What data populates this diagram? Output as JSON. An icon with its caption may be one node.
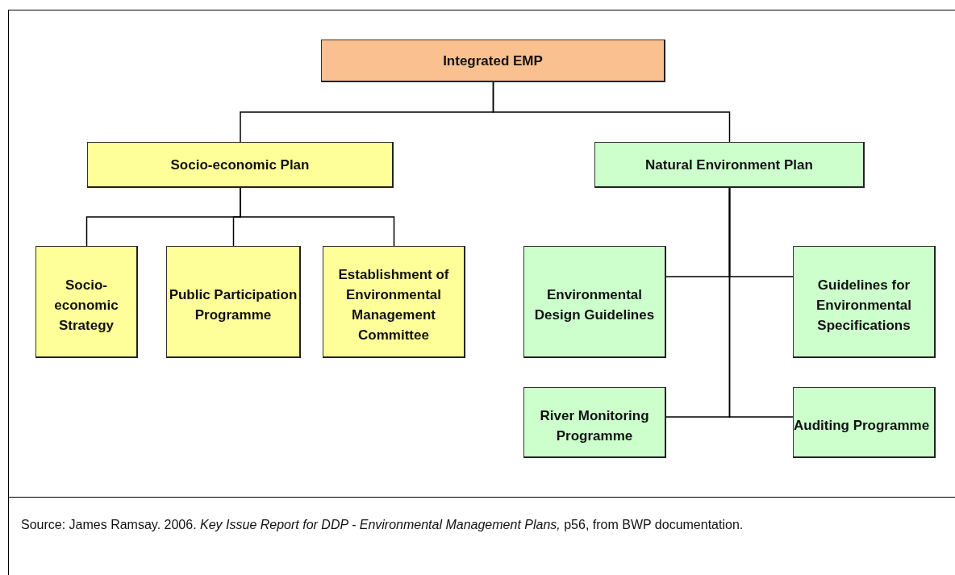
{
  "diagram": {
    "caption": "Source: James Ramsay. 2006. *Key Issue Report for DDP - Environmental Management Plans,* p56, from BWP documentation.",
    "nodes": [
      {
        "text": [
          "Integrated EMP"
        ]
      },
      {
        "text": [
          "Socio-economic Plan"
        ]
      },
      {
        "text": [
          "Natural Environment Plan"
        ]
      },
      {
        "text": [
          "Socio-economic Strategy"
        ]
      },
      {
        "text": [
          "Public Participation Programme"
        ]
      },
      {
        "text": [
          "Establishment of Environmental Management Committee"
        ]
      },
      {
        "text": [
          "Environmental Design Guidelines"
        ]
      },
      {
        "text": [
          "Guidelines for Environmental Specifications"
        ]
      },
      {
        "text": [
          "River Monitoring Programme"
        ]
      },
      {
        "text": [
          "Auditing Programme"
        ]
      }
    ],
    "edges": [
      {
        "from": 0,
        "to": 1,
        "arrow": "none"
      },
      {
        "from": 0,
        "to": 2,
        "arrow": "none"
      },
      {
        "from": 1,
        "to": 3,
        "arrow": "none"
      },
      {
        "from": 1,
        "to": 4,
        "arrow": "none"
      },
      {
        "from": 1,
        "to": 5,
        "arrow": "none"
      },
      {
        "from": 2,
        "to": 6,
        "arrow": "none"
      },
      {
        "from": 2,
        "to": 7,
        "arrow": "none"
      },
      {
        "from": 2,
        "to": 8,
        "arrow": "none"
      },
      {
        "from": 2,
        "to": 9,
        "arrow": "none"
      }
    ]
  }
}
